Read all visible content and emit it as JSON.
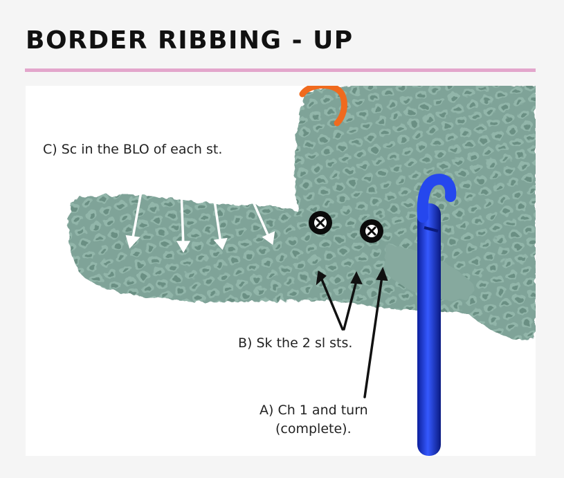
{
  "header": {
    "title": "BORDER RIBBING - UP",
    "accent_color": "#e3a6cc"
  },
  "photo": {
    "annotations": {
      "c": "C) Sc in the BLO of each st.",
      "b": "B) Sk the 2 sl sts.",
      "a_line1": "A) Ch 1 and turn",
      "a_line2": "(complete)."
    },
    "markers": [
      "close-x-icon",
      "close-x-icon"
    ],
    "colors": {
      "yarn": "#7fa398",
      "hook": "#1f3fd6",
      "stitch_marker": "#f06a1e"
    }
  }
}
